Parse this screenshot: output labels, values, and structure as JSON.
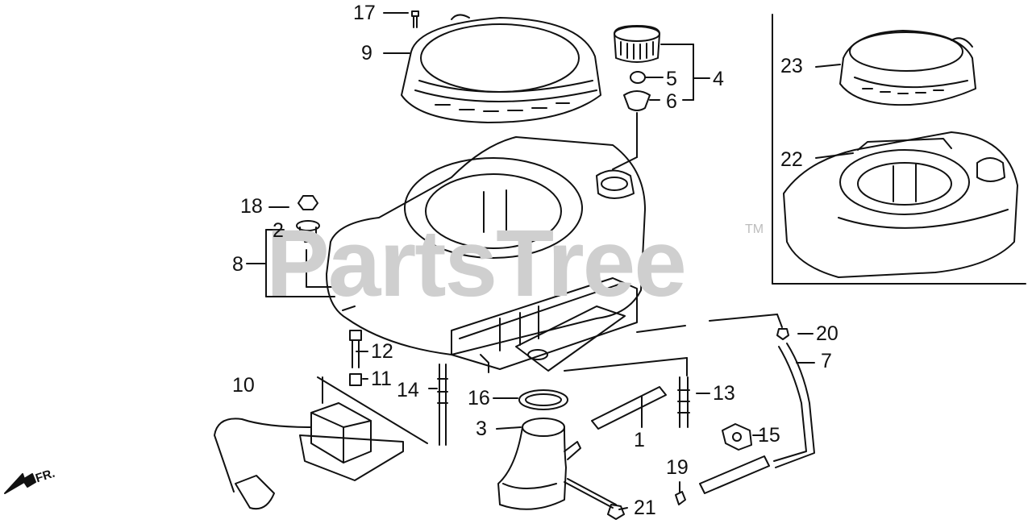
{
  "watermark": "PartsTree",
  "trademark": "TM",
  "direction_label": "FR.",
  "callouts": {
    "c1": "1",
    "c2": "2",
    "c3": "3",
    "c4": "4",
    "c5": "5",
    "c6": "6",
    "c7": "7",
    "c8": "8",
    "c9": "9",
    "c10": "10",
    "c11": "11",
    "c12": "12",
    "c13": "13",
    "c14": "14",
    "c15": "15",
    "c16": "16",
    "c17": "17",
    "c18": "18",
    "c19": "19",
    "c20": "20",
    "c21": "21",
    "c22": "22",
    "c23": "23"
  },
  "parts": {
    "fan_cover": "fan-cover-icon",
    "starter_cover": "recoil-starter-icon",
    "fuel_cap": "fuel-cap-icon",
    "ignition_coil": "ignition-coil-icon",
    "intake_elbow": "intake-elbow-icon",
    "fuel_tube": "fuel-tube-icon"
  }
}
